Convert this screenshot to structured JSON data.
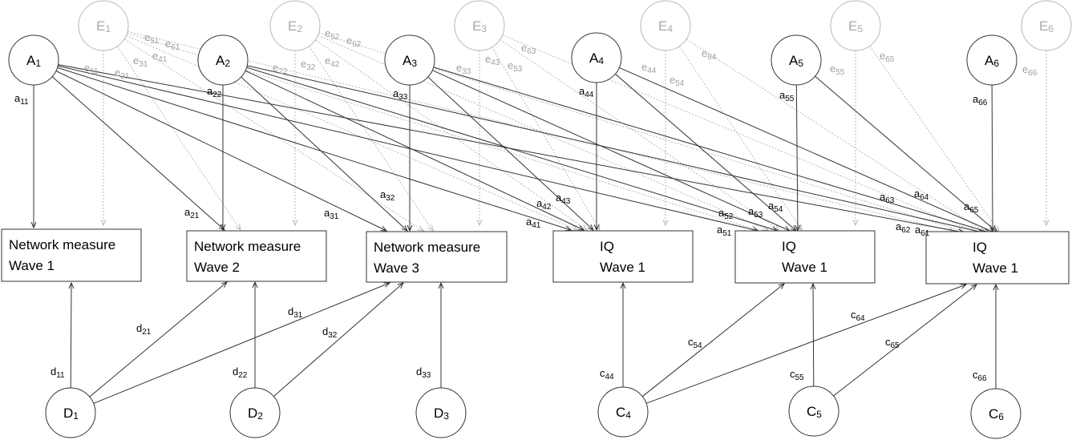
{
  "latent_top": [
    {
      "id": "A1",
      "base": "A",
      "sub": "1"
    },
    {
      "id": "A2",
      "base": "A",
      "sub": "2"
    },
    {
      "id": "A3",
      "base": "A",
      "sub": "3"
    },
    {
      "id": "A4",
      "base": "A",
      "sub": "4"
    },
    {
      "id": "A5",
      "base": "A",
      "sub": "5"
    },
    {
      "id": "A6",
      "base": "A",
      "sub": "6"
    }
  ],
  "latent_env": [
    {
      "id": "E1",
      "base": "E",
      "sub": "1"
    },
    {
      "id": "E2",
      "base": "E",
      "sub": "2"
    },
    {
      "id": "E3",
      "base": "E",
      "sub": "3"
    },
    {
      "id": "E4",
      "base": "E",
      "sub": "4"
    },
    {
      "id": "E5",
      "base": "E",
      "sub": "5"
    },
    {
      "id": "E6",
      "base": "E",
      "sub": "6"
    }
  ],
  "latent_bottom": [
    {
      "id": "D1",
      "base": "D",
      "sub": "1"
    },
    {
      "id": "D2",
      "base": "D",
      "sub": "2"
    },
    {
      "id": "D3",
      "base": "D",
      "sub": "3"
    },
    {
      "id": "C4",
      "base": "C",
      "sub": "4"
    },
    {
      "id": "C5",
      "base": "C",
      "sub": "5"
    },
    {
      "id": "C6",
      "base": "C",
      "sub": "6"
    }
  ],
  "observed": [
    {
      "id": "B1",
      "line1": "Network measure",
      "line2": "Wave 1"
    },
    {
      "id": "B2",
      "line1": "Network measure",
      "line2": "Wave 2"
    },
    {
      "id": "B3",
      "line1": "Network measure",
      "line2": "Wave 3"
    },
    {
      "id": "B4",
      "line1": "IQ",
      "line2": "Wave 1"
    },
    {
      "id": "B5",
      "line1": "IQ",
      "line2": "Wave 1"
    },
    {
      "id": "B6",
      "line1": "IQ",
      "line2": "Wave 1"
    }
  ],
  "a_paths": [
    {
      "from": "A1",
      "to": "B1",
      "base": "a",
      "sub": "11"
    },
    {
      "from": "A1",
      "to": "B2",
      "base": "a",
      "sub": "21"
    },
    {
      "from": "A1",
      "to": "B3",
      "base": "a",
      "sub": "31"
    },
    {
      "from": "A1",
      "to": "B4",
      "base": "a",
      "sub": "41"
    },
    {
      "from": "A1",
      "to": "B5",
      "base": "a",
      "sub": "51"
    },
    {
      "from": "A1",
      "to": "B6",
      "base": "a",
      "sub": "61"
    },
    {
      "from": "A2",
      "to": "B2",
      "base": "a",
      "sub": "22"
    },
    {
      "from": "A2",
      "to": "B3",
      "base": "a",
      "sub": "32"
    },
    {
      "from": "A2",
      "to": "B4",
      "base": "a",
      "sub": "42"
    },
    {
      "from": "A2",
      "to": "B5",
      "base": "a",
      "sub": "52"
    },
    {
      "from": "A2",
      "to": "B6",
      "base": "a",
      "sub": "62"
    },
    {
      "from": "A3",
      "to": "B3",
      "base": "a",
      "sub": "33"
    },
    {
      "from": "A3",
      "to": "B4",
      "base": "a",
      "sub": "43"
    },
    {
      "from": "A3",
      "to": "B5",
      "base": "a",
      "sub": "53"
    },
    {
      "from": "A3",
      "to": "B6",
      "base": "a",
      "sub": "63"
    },
    {
      "from": "A4",
      "to": "B4",
      "base": "a",
      "sub": "44"
    },
    {
      "from": "A4",
      "to": "B5",
      "base": "a",
      "sub": "54"
    },
    {
      "from": "A4",
      "to": "B6",
      "base": "a",
      "sub": "64"
    },
    {
      "from": "A5",
      "to": "B5",
      "base": "a",
      "sub": "55"
    },
    {
      "from": "A5",
      "to": "B6",
      "base": "a",
      "sub": "65"
    },
    {
      "from": "A6",
      "to": "B6",
      "base": "a",
      "sub": "66"
    }
  ],
  "e_paths": [
    {
      "from": "E1",
      "to": "B1",
      "base": "e",
      "sub": "11"
    },
    {
      "from": "E1",
      "to": "B2",
      "base": "e",
      "sub": "21"
    },
    {
      "from": "E1",
      "to": "B3",
      "base": "e",
      "sub": "31"
    },
    {
      "from": "E1",
      "to": "B4",
      "base": "e",
      "sub": "41"
    },
    {
      "from": "E1",
      "to": "B5",
      "base": "e",
      "sub": "51"
    },
    {
      "from": "E1",
      "to": "B6",
      "base": "e",
      "sub": "61"
    },
    {
      "from": "E2",
      "to": "B2",
      "base": "e",
      "sub": "22"
    },
    {
      "from": "E2",
      "to": "B3",
      "base": "e",
      "sub": "32"
    },
    {
      "from": "E2",
      "to": "B4",
      "base": "e",
      "sub": "42"
    },
    {
      "from": "E2",
      "to": "B5",
      "base": "e",
      "sub": "52"
    },
    {
      "from": "E2",
      "to": "B6",
      "base": "e",
      "sub": "62"
    },
    {
      "from": "E3",
      "to": "B3",
      "base": "e",
      "sub": "33"
    },
    {
      "from": "E3",
      "to": "B4",
      "base": "e",
      "sub": "43"
    },
    {
      "from": "E3",
      "to": "B5",
      "base": "e",
      "sub": "53"
    },
    {
      "from": "E3",
      "to": "B6",
      "base": "e",
      "sub": "63"
    },
    {
      "from": "E4",
      "to": "B4",
      "base": "e",
      "sub": "44"
    },
    {
      "from": "E4",
      "to": "B5",
      "base": "e",
      "sub": "54"
    },
    {
      "from": "E4",
      "to": "B6",
      "base": "e",
      "sub": "64"
    },
    {
      "from": "E5",
      "to": "B5",
      "base": "e",
      "sub": "55"
    },
    {
      "from": "E5",
      "to": "B6",
      "base": "e",
      "sub": "65"
    },
    {
      "from": "E6",
      "to": "B6",
      "base": "e",
      "sub": "66"
    }
  ],
  "bottom_paths": [
    {
      "from": "D1",
      "to": "B1",
      "base": "d",
      "sub": "11"
    },
    {
      "from": "D1",
      "to": "B2",
      "base": "d",
      "sub": "21"
    },
    {
      "from": "D1",
      "to": "B3",
      "base": "d",
      "sub": "31"
    },
    {
      "from": "D2",
      "to": "B2",
      "base": "d",
      "sub": "22"
    },
    {
      "from": "D2",
      "to": "B3",
      "base": "d",
      "sub": "32"
    },
    {
      "from": "D3",
      "to": "B3",
      "base": "d",
      "sub": "33"
    },
    {
      "from": "C4",
      "to": "B4",
      "base": "c",
      "sub": "44"
    },
    {
      "from": "C4",
      "to": "B5",
      "base": "c",
      "sub": "54"
    },
    {
      "from": "C4",
      "to": "B6",
      "base": "c",
      "sub": "64"
    },
    {
      "from": "C5",
      "to": "B5",
      "base": "c",
      "sub": "55"
    },
    {
      "from": "C5",
      "to": "B6",
      "base": "c",
      "sub": "65"
    },
    {
      "from": "C6",
      "to": "B6",
      "base": "c",
      "sub": "66"
    }
  ],
  "colors": {
    "strong": "#000000",
    "line": "#333333",
    "light_stroke": "#b8b8b8",
    "light_text": "#a8a8a8",
    "background": "#ffffff"
  }
}
